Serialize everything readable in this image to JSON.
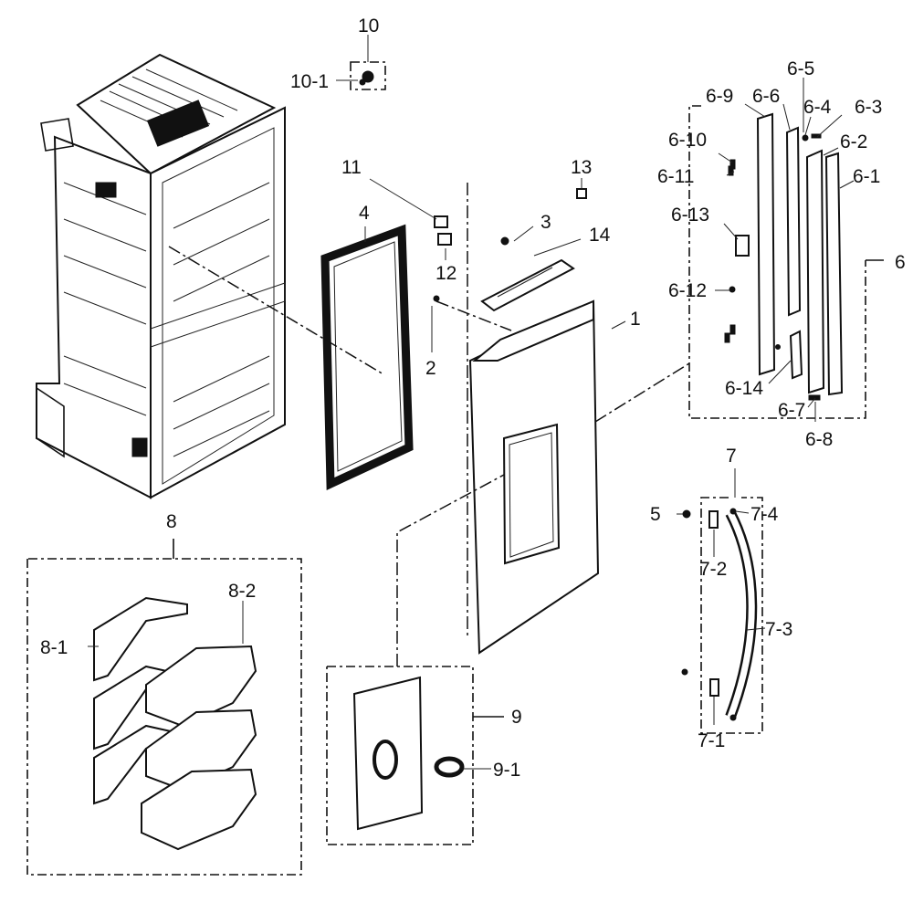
{
  "callouts": {
    "c1": "1",
    "c2": "2",
    "c3": "3",
    "c4": "4",
    "c5": "5",
    "c6": "6",
    "c6_1": "6-1",
    "c6_2": "6-2",
    "c6_3": "6-3",
    "c6_4": "6-4",
    "c6_5": "6-5",
    "c6_6": "6-6",
    "c6_7": "6-7",
    "c6_8": "6-8",
    "c6_9": "6-9",
    "c6_10": "6-10",
    "c6_11": "6-11",
    "c6_12": "6-12",
    "c6_13": "6-13",
    "c6_14": "6-14",
    "c7": "7",
    "c7_1": "7-1",
    "c7_2": "7-2",
    "c7_3": "7-3",
    "c7_4": "7-4",
    "c8": "8",
    "c8_1": "8-1",
    "c8_2": "8-2",
    "c9": "9",
    "c9_1": "9-1",
    "c10": "10",
    "c10_1": "10-1",
    "c11": "11",
    "c12": "12",
    "c13": "13",
    "c14": "14"
  }
}
